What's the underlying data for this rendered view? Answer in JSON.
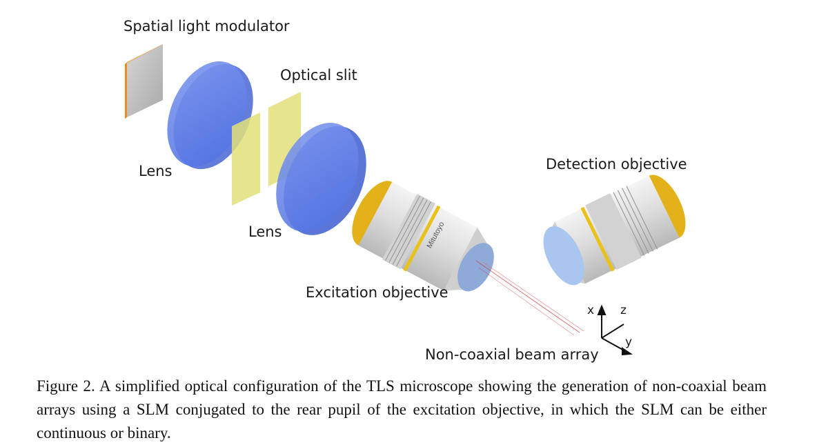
{
  "labels": {
    "slm": "Spatial light modulator",
    "lens1": "Lens",
    "slit": "Optical slit",
    "lens2": "Lens",
    "detection": "Detection objective",
    "excitation": "Excitation objective",
    "beam": "Non-coaxial beam array"
  },
  "axes": {
    "x": "x",
    "z": "z",
    "y": "y"
  },
  "objective_brand": "Mitutoyo",
  "caption": "Figure 2. A simplified optical configuration of the TLS microscope showing the generation of non-coaxial beam arrays using a SLM conjugated to the rear pupil of the excitation objective, in which the SLM can be either continuous or binary.",
  "colors": {
    "lens": "#5b7de6",
    "slit": "#e2e07a",
    "slm_face": "#c9c9c9",
    "slm_edge": "#f08a1c",
    "objective_body": "#e6e6e6",
    "objective_ring": "#e8c21a",
    "objective_glass": "#a9c6f0",
    "beam": "#d23c3c"
  }
}
